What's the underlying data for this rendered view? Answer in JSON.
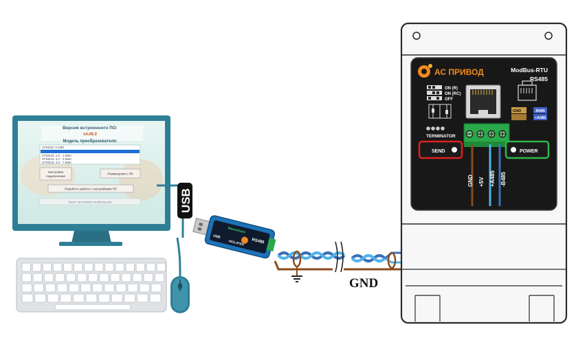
{
  "monitor": {
    "fw_title": "Версия встроенного ПО:",
    "fw_version": "v4.06.0",
    "model_title": "Модель преобразователя:",
    "models": [
      "CFM110: 0.2кВт",
      "",
      "CFM210: 1.0 - 1.5кВт",
      "CFM210: 2.2 - 3.0кВт",
      "CFM210: 4.0 - 7.5кВт"
    ],
    "btn_connect_1": "Настройка",
    "btn_connect_2": "подключения",
    "btn_place": "Размещение с ПК",
    "btn_go": "Перейти к работе с настройками ПК",
    "btn_config": "Зашит программу конфигурации"
  },
  "usb_dongle": {
    "usb_label": "USB",
    "brand": "Waveshare",
    "isolated": "ISOLATED",
    "rs485": "RS485",
    "usb_port": "USB"
  },
  "converter": {
    "brand": "АС ПРИВОД",
    "protocol": "ModBus-RTU",
    "interface": "RS485",
    "switch_on_r": "ON (R)",
    "switch_on_rc": "ON (RC)",
    "switch_off": "OFF",
    "terminator": "TERMINATOR",
    "send": "SEND",
    "power": "POWER",
    "pin_gnd": "GND",
    "pin_a": "+A485",
    "pin_b": "-B485",
    "terminals": [
      "GND",
      "+5V",
      "+A485",
      "-B485"
    ]
  },
  "wires": {
    "minus_b": "-B",
    "plus_a": "+A",
    "gnd": "GND"
  },
  "colors": {
    "brown_wire": "#8a4a1c",
    "blue_wire": "#3a6fb8",
    "light_blue_wire": "#4fb4e8",
    "send_box": "#e02020",
    "power_box": "#2eb84a",
    "terminal_green": "#2aa84a",
    "monitor_frame": "#2e7f96",
    "brand_orange": "#f08a1e"
  }
}
